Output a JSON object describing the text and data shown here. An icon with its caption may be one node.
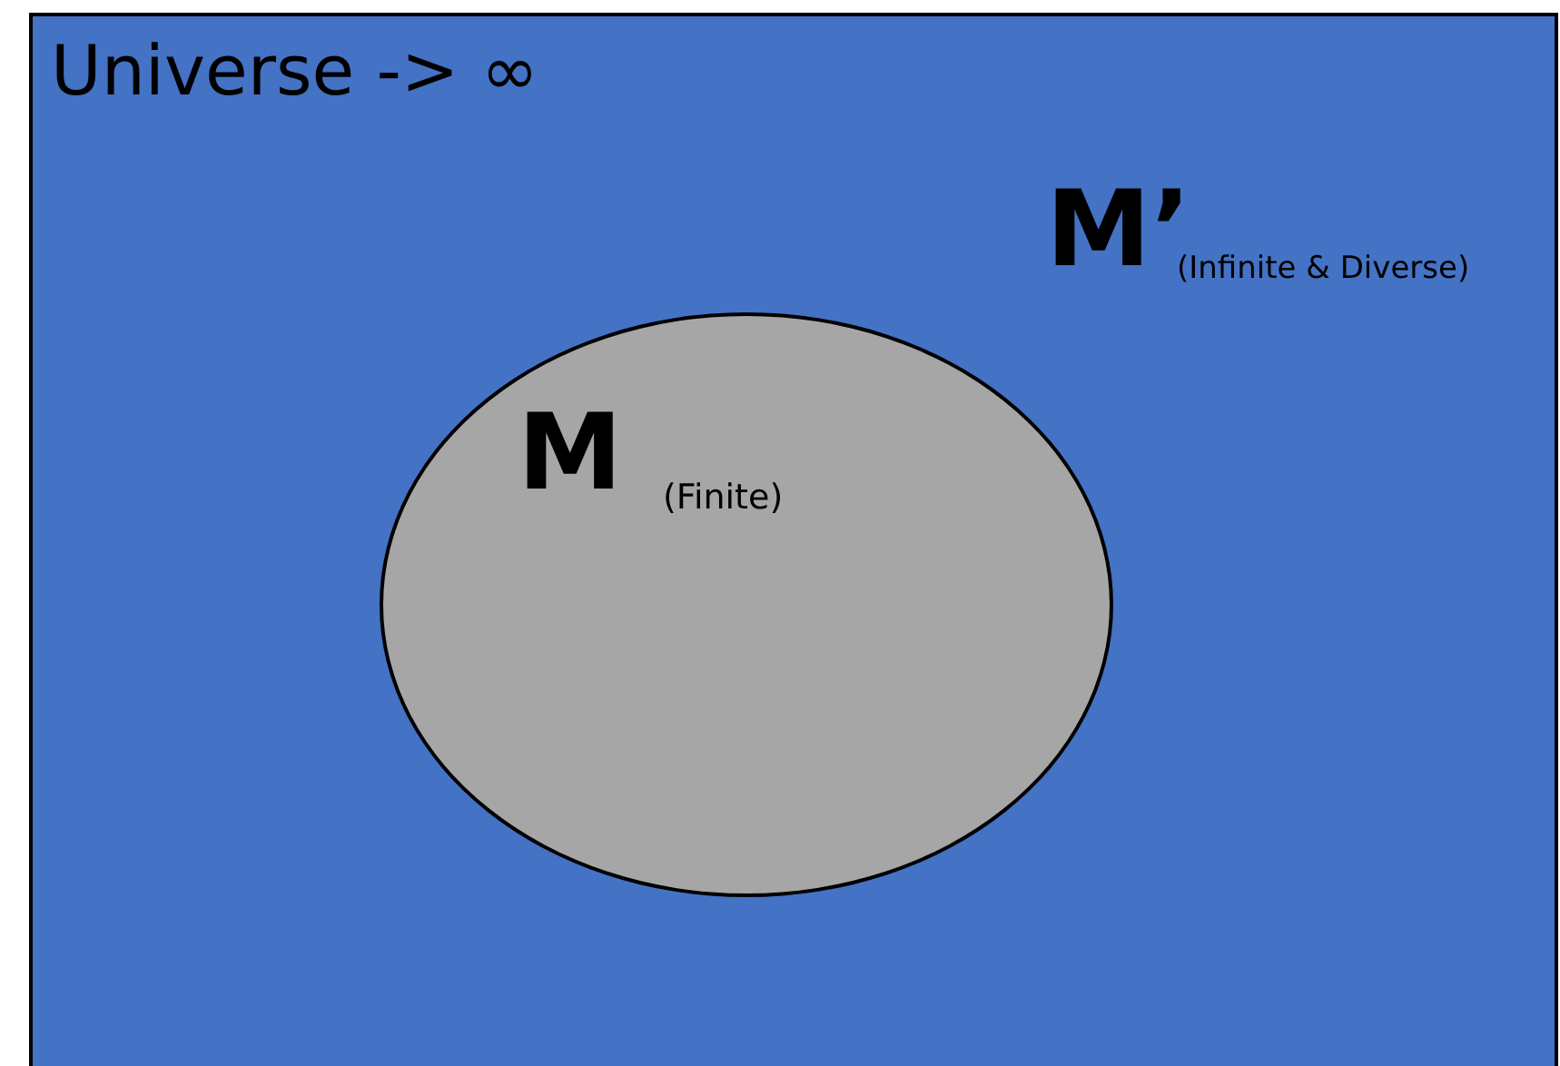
{
  "diagram": {
    "nodes": [
      {
        "text": [
          "Universe -> ∞",
          "M’",
          "(Infinite & Diverse)"
        ]
      },
      {
        "text": [
          "M",
          "(Finite)"
        ],
        "in": 0
      }
    ],
    "edges": []
  }
}
